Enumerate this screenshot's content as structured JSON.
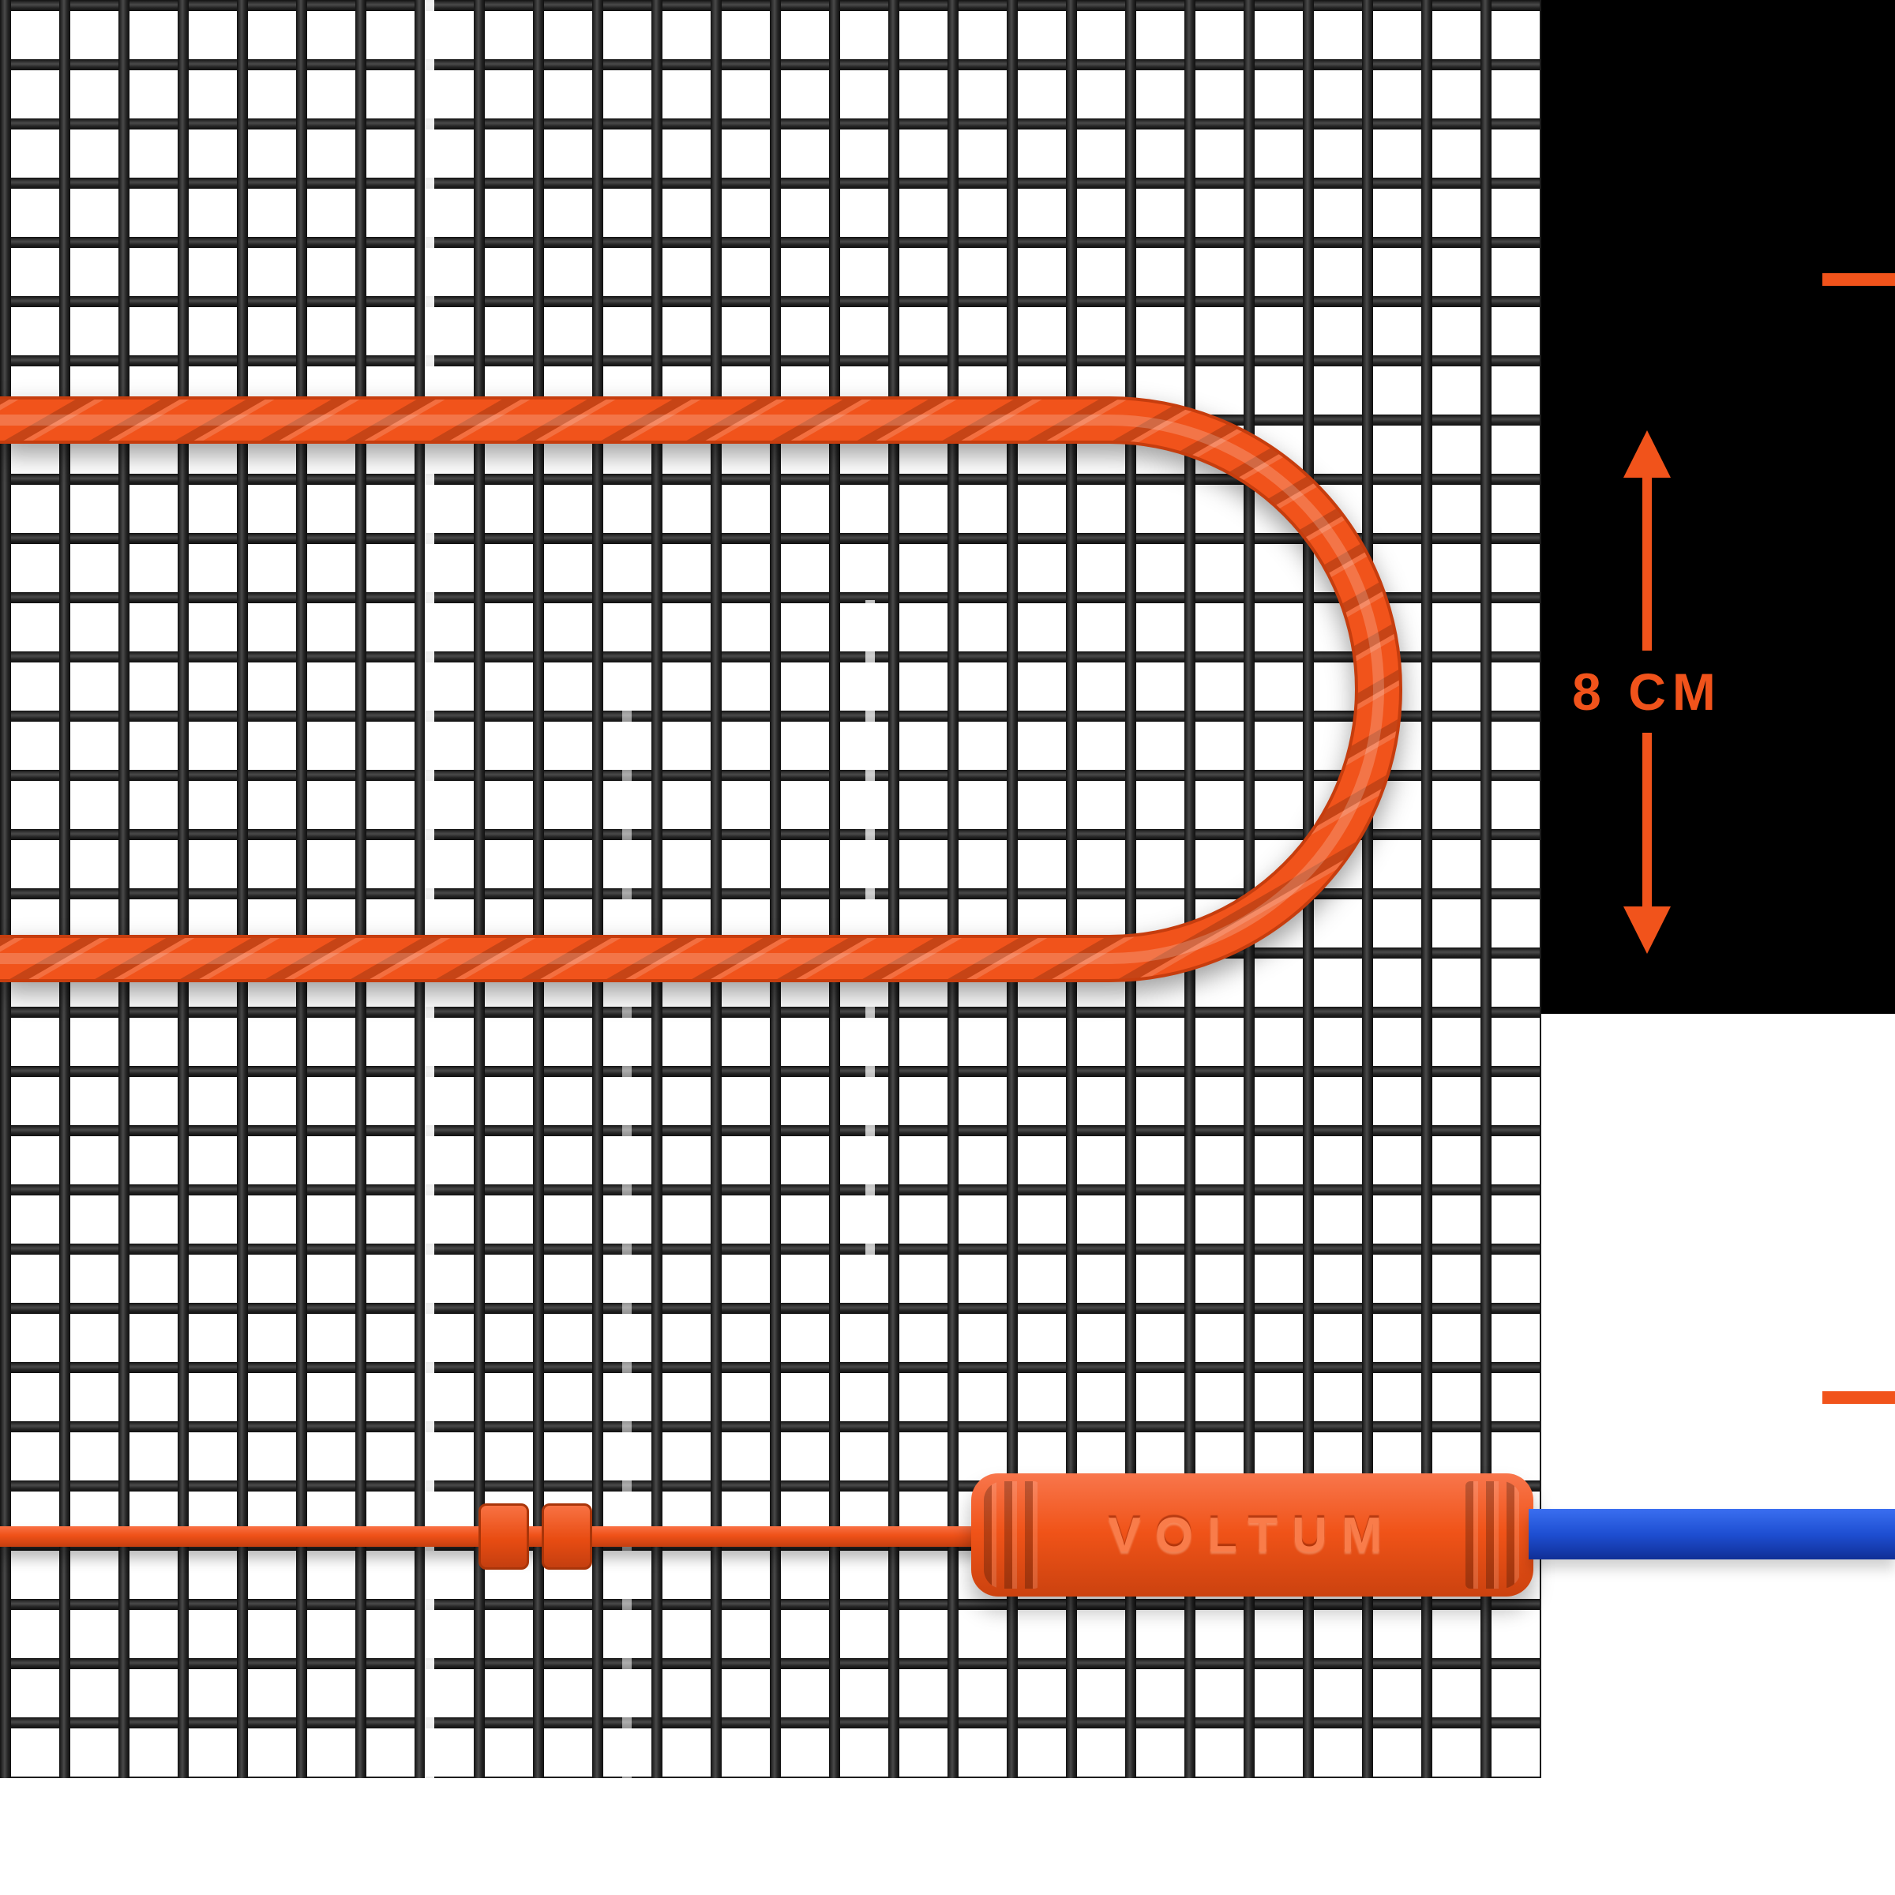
{
  "dimension": {
    "label": "8 CM"
  },
  "connector": {
    "brand": "VOLTUM"
  },
  "icons": {
    "arrow_up": "triangle-up",
    "arrow_down": "triangle-down"
  },
  "colors": {
    "orange": "#F1531B",
    "orange_dark": "#C63D0E",
    "orange_light": "#F97C4A",
    "blue": "#1E4FD2",
    "mesh": "#242424",
    "panel_black": "#000000",
    "background": "#FFFFFF"
  }
}
